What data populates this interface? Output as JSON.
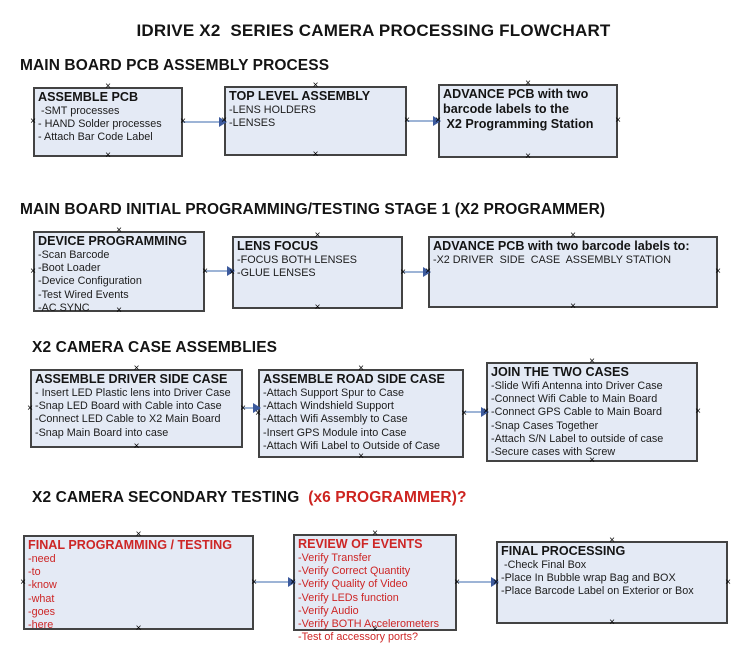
{
  "title": "IDRIVE X2  SERIES CAMERA PROCESSING FLOWCHART",
  "icons": {
    "connection_marker": "×",
    "arrow": "right-arrow"
  },
  "colors": {
    "box_fill": "#e4eaf5",
    "box_border": "#434343",
    "connector_line": "#9db4d6",
    "arrow_head": "#3c5a9d",
    "red_text": "#cd2626",
    "black_text": "#141414"
  },
  "sections": {
    "s1": {
      "heading": "MAIN BOARD PCB ASSEMBLY PROCESS"
    },
    "s2": {
      "heading": "MAIN BOARD INITIAL PROGRAMMING/TESTING STAGE 1 (X2 PROGRAMMER)"
    },
    "s3": {
      "heading": "X2 CAMERA CASE ASSEMBLIES"
    },
    "s4": {
      "heading_black": "X2 CAMERA SECONDARY TESTING",
      "heading_red": "  (x6 PROGRAMMER)?"
    }
  },
  "boxes": {
    "assemble_pcb": {
      "title_lines": [
        "ASSEMBLE PCB"
      ],
      "lines": [
        " -SMT processes",
        "- HAND Solder processes",
        "- Attach Bar Code Label"
      ]
    },
    "top_level_assembly": {
      "title_lines": [
        "TOP LEVEL ASSEMBLY"
      ],
      "lines": [
        "-LENS HOLDERS",
        "-LENSES"
      ]
    },
    "advance_pcb_programming": {
      "title_lines": [
        "ADVANCE PCB with two",
        "barcode labels to the",
        " X2 Programming Station"
      ],
      "lines": []
    },
    "device_programming": {
      "title_lines": [
        "DEVICE PROGRAMMING"
      ],
      "lines": [
        "-Scan Barcode",
        "-Boot Loader",
        "-Device Configuration",
        "-Test Wired Events",
        "-AC SYNC"
      ]
    },
    "lens_focus": {
      "title_lines": [
        "LENS FOCUS"
      ],
      "lines": [
        "-FOCUS BOTH LENSES",
        "-GLUE LENSES"
      ]
    },
    "advance_pcb_driver": {
      "title_lines": [
        "ADVANCE PCB with two barcode labels to:"
      ],
      "lines": [
        "-X2 DRIVER  SIDE  CASE  ASSEMBLY STATION"
      ]
    },
    "assemble_driver_side": {
      "title_lines": [
        "ASSEMBLE DRIVER SIDE CASE"
      ],
      "lines": [
        "- Insert LED Plastic lens into Driver Case",
        "-Snap LED Board with Cable into Case",
        "-Connect LED Cable to X2 Main Board",
        "-Snap Main Board into case"
      ]
    },
    "assemble_road_side": {
      "title_lines": [
        "ASSEMBLE ROAD SIDE CASE"
      ],
      "lines": [
        "-Attach Support Spur to Case",
        "-Attach Windshield Support",
        "-Attach Wifi Assembly to Case",
        "-Insert GPS Module into Case",
        "-Attach Wifi Label to Outside of Case"
      ]
    },
    "join_two_cases": {
      "title_lines": [
        "JOIN THE TWO CASES"
      ],
      "lines": [
        "-Slide Wifi Antenna into Driver Case",
        "-Connect Wifi Cable to Main Board",
        "-Connect GPS Cable to Main Board",
        "-Snap Cases Together",
        "-Attach S/N Label to outside of case",
        "-Secure cases with Screw"
      ]
    },
    "final_programming": {
      "title_lines": [
        "FINAL PROGRAMMING / TESTING"
      ],
      "lines": [
        "-need",
        "-to",
        "-know",
        "-what",
        "-goes",
        "-here"
      ]
    },
    "review_of_events": {
      "title_lines": [
        "REVIEW OF EVENTS"
      ],
      "lines": [
        "-Verify Transfer",
        "-Verify Correct Quantity",
        "-Verify Quality of Video",
        "-Verify LEDs function",
        "-Verify Audio",
        "-Verify BOTH Accelerometers",
        "-Test of accessory ports?"
      ]
    },
    "final_processing": {
      "title_lines": [
        "FINAL PROCESSING"
      ],
      "lines": [
        " -Check Final Box",
        "-Place In Bubble wrap Bag and BOX",
        "-Place Barcode Label on Exterior or Box"
      ]
    }
  }
}
